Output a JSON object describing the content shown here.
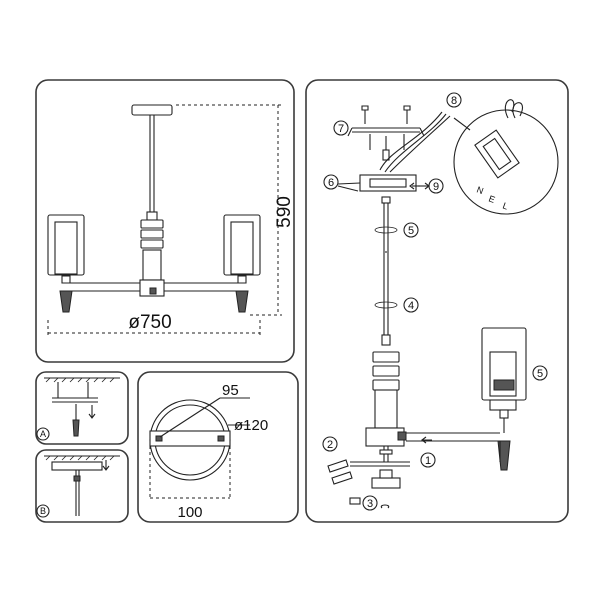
{
  "dimensions": {
    "height": "590",
    "width": "ø750",
    "plate_width": "95",
    "plate_diameter": "ø120",
    "plate_length": "100"
  },
  "wire_labels": [
    "N",
    "E",
    "L"
  ],
  "panel_labels": {
    "a": "A",
    "b": "B"
  },
  "steps": [
    "1",
    "2",
    "3",
    "4",
    "5",
    "6",
    "7",
    "8",
    "9"
  ],
  "colors": {
    "line": "#222222",
    "panel_border": "#3a3a3a",
    "fill_dark": "#555555"
  }
}
